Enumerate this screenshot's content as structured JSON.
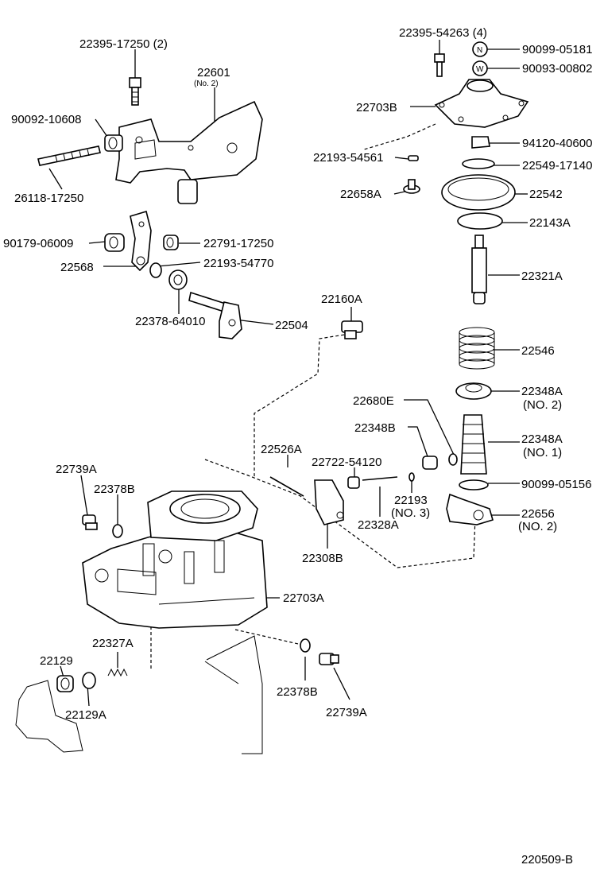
{
  "figure_code": "220509-B",
  "labels": {
    "p22395_17250": "22395-17250 (2)",
    "p22601": "22601",
    "p22601_no": "(No. 2)",
    "p90092_10608": "90092-10608",
    "p26118_17250": "26118-17250",
    "p90179_06009": "90179-06009",
    "p22791_17250": "22791-17250",
    "p22568": "22568",
    "p22193_54770": "22193-54770",
    "p22378_64010": "22378-64010",
    "p22504": "22504",
    "p22160A": "22160A",
    "p22395_54263": "22395-54263 (4)",
    "n_mark": "N",
    "w_mark": "W",
    "p90099_05181": "90099-05181",
    "p90093_00802": "90093-00802",
    "p22703B": "22703B",
    "p94120_40600": "94120-40600",
    "p22193_54561": "22193-54561",
    "p22549_17140": "22549-17140",
    "p22658A": "22658A",
    "p22542": "22542",
    "p22143A": "22143A",
    "p22321A": "22321A",
    "p22546": "22546",
    "p22348A_2": "22348A",
    "p22348A_2_no": "(NO. 2)",
    "p22680E": "22680E",
    "p22348B": "22348B",
    "p22348A_1": "22348A",
    "p22348A_1_no": "(NO. 1)",
    "p22526A": "22526A",
    "p22722_54120": "22722-54120",
    "p22193": "22193",
    "p22193_no": "(NO. 3)",
    "p90099_05156": "90099-05156",
    "p22656": "22656",
    "p22656_no": "(NO. 2)",
    "p22739A_top": "22739A",
    "p22378B_top": "22378B",
    "p22328A": "22328A",
    "p22308B": "22308B",
    "p22703A": "22703A",
    "p22327A": "22327A",
    "p22129": "22129",
    "p22129A": "22129A",
    "p22378B_bot": "22378B",
    "p22739A_bot": "22739A"
  }
}
